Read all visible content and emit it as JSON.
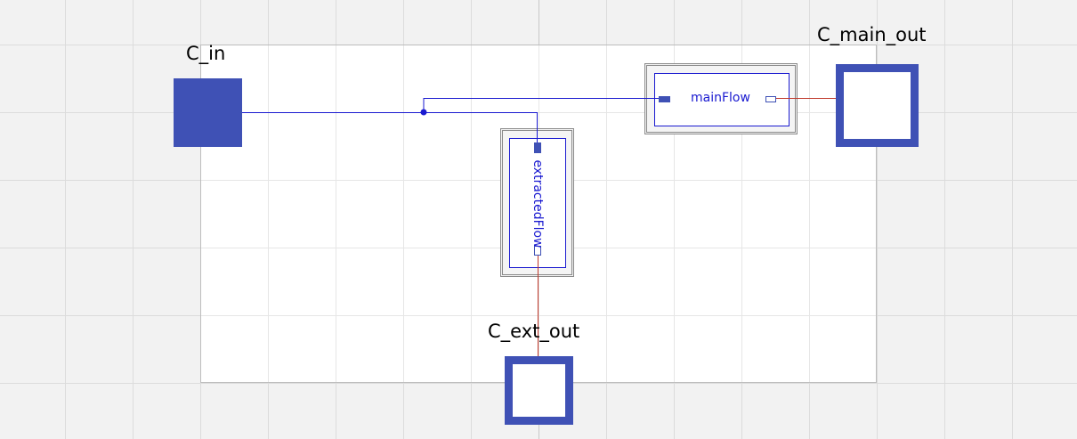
{
  "diagram": {
    "ports": {
      "c_in": {
        "label": "C_in"
      },
      "c_main_out": {
        "label": "C_main_out"
      },
      "c_ext_out": {
        "label": "C_ext_out"
      }
    },
    "components": {
      "main_flow": {
        "name": "mainFlow"
      },
      "extracted_flow": {
        "name": "extractedFlow"
      }
    },
    "colors": {
      "connector": "#3f51b5",
      "wire_fluid": "#1a1ad0",
      "wire_out": "#c0392b",
      "component_text": "#1a1ad0",
      "canvas": "#ffffff",
      "background": "#f2f2f2"
    }
  }
}
